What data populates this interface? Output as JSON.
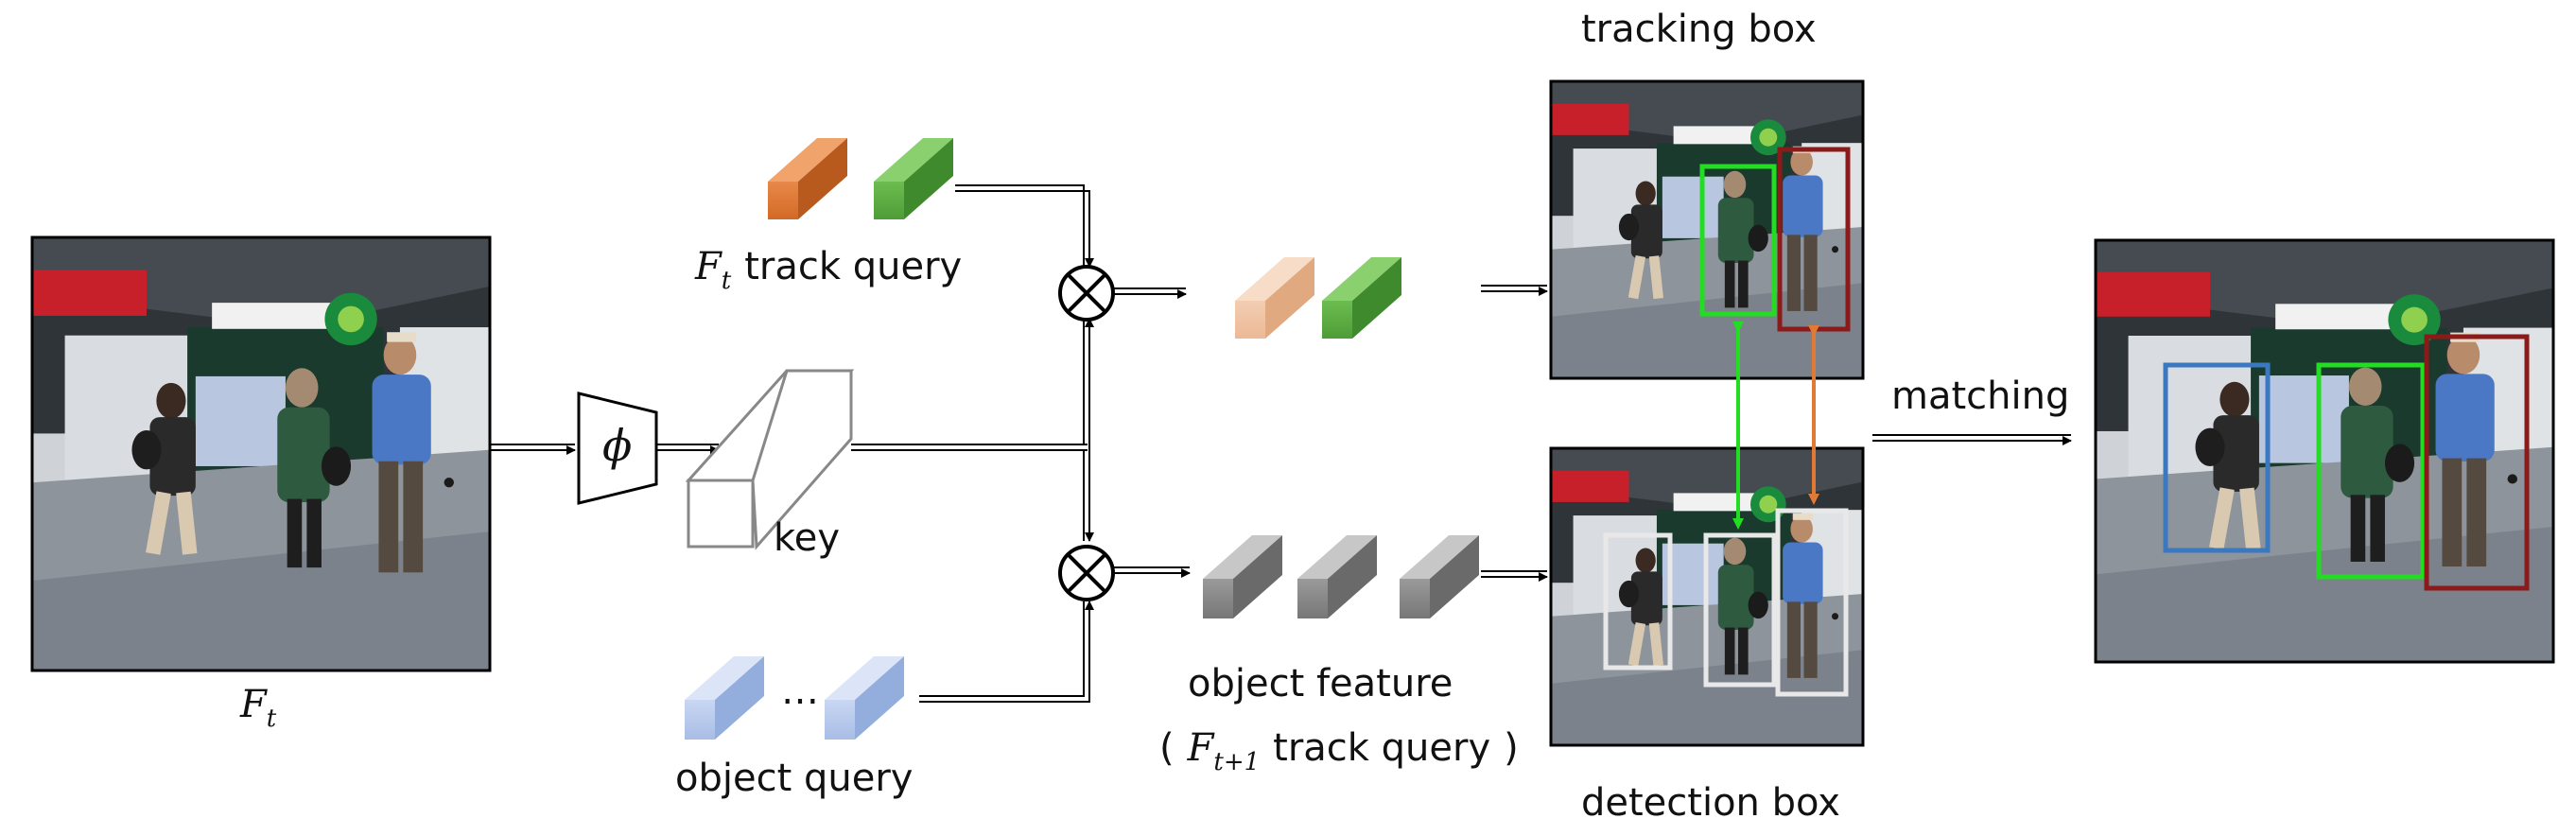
{
  "labels": {
    "frame_t": "F",
    "frame_t_sub": "t",
    "encoder_symbol": "ϕ",
    "track_query_prefix": "F",
    "track_query_prefix_sub": "t",
    "track_query_text": "track query",
    "key": "key",
    "object_query": "object query",
    "ellipsis": "…",
    "object_feature": "object feature",
    "next_track_open": "(",
    "next_track_prefix": "F",
    "next_track_prefix_sub": "t+1",
    "next_track_text": "track query",
    "next_track_close": ")",
    "tracking_box": "tracking box",
    "detection_box": "detection box",
    "matching": "matching",
    "multiply_symbol": "⊗"
  },
  "colors": {
    "track_query_orange": "#e07a35",
    "track_query_green": "#5fae45",
    "object_query_blue": "#b9c9ea",
    "object_feature_gray": "#8a8a8a",
    "tracking_box_green": "#22dd22",
    "tracking_box_red": "#8b1a1a",
    "detection_box_white": "#e8e8e8",
    "matched_blue": "#3a78c0",
    "link_green": "#22dd22",
    "link_orange": "#e07a35"
  }
}
